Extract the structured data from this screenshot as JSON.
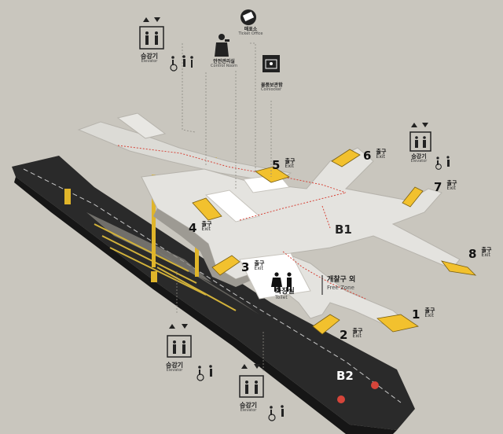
{
  "facilities": {
    "elevator_top": {
      "ko": "승강기",
      "en": "Elevator"
    },
    "safety_room": {
      "ko": "안전관리실",
      "en": "Control Room"
    },
    "ticket_office": {
      "ko": "매표소",
      "en": "Ticket Office"
    },
    "coin_locker": {
      "ko": "물품보관함",
      "en": "Coinlocker"
    },
    "elevator_right": {
      "ko": "승강기",
      "en": "Elevator"
    },
    "toilet": {
      "ko": "화장실",
      "en": "Toilet"
    },
    "free_zone": {
      "ko": "개찰구 외",
      "en": "Free Zone"
    },
    "elevator_bottom_left": {
      "ko": "승강기",
      "en": "Elevator"
    },
    "elevator_bottom": {
      "ko": "승강기",
      "en": "Elevator"
    }
  },
  "floors": {
    "b1": "B1",
    "b2": "B2"
  },
  "exit_label": {
    "ko": "출구",
    "en": "Exit"
  },
  "exits": [
    {
      "num": "1"
    },
    {
      "num": "2"
    },
    {
      "num": "3"
    },
    {
      "num": "4"
    },
    {
      "num": "5"
    },
    {
      "num": "6"
    },
    {
      "num": "7"
    },
    {
      "num": "8"
    }
  ],
  "colors": {
    "background": "#c9c6be",
    "concourse": "#e4e3df",
    "platform": "#2a2a2a",
    "exit_yellow": "#f2c12e",
    "route_red": "#d6453a"
  }
}
